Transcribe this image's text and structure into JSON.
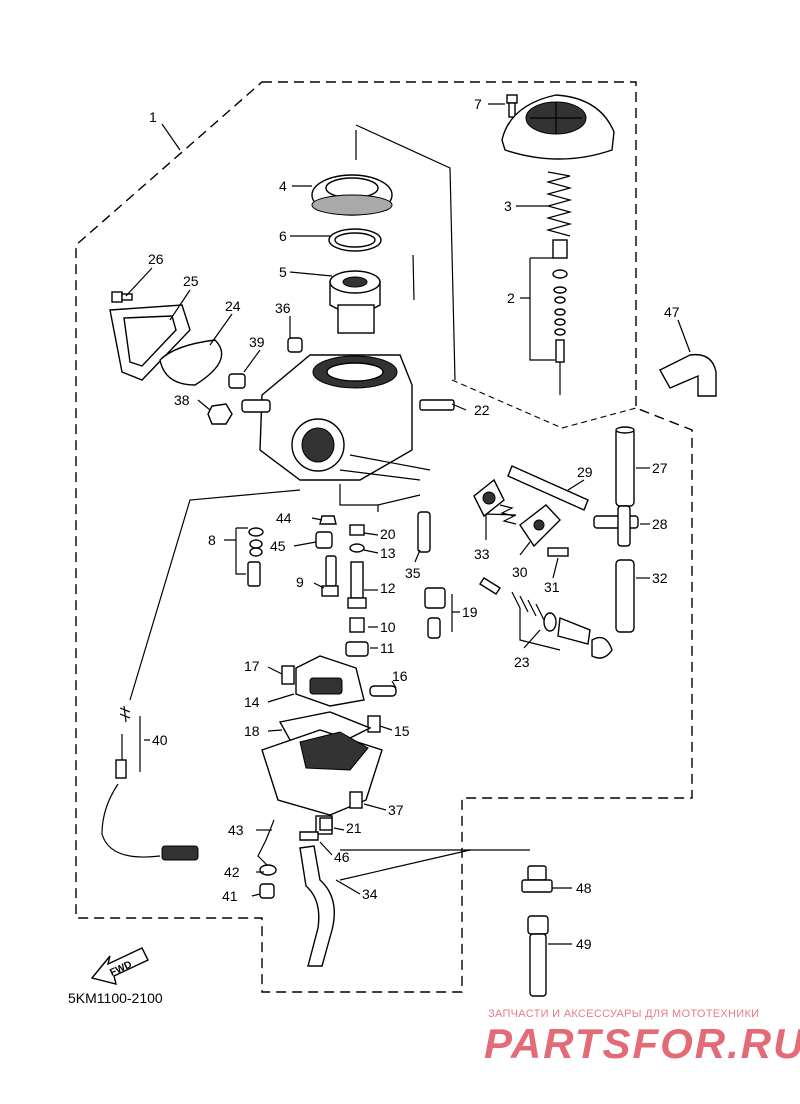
{
  "diagram": {
    "callouts": {
      "c1": "1",
      "c2": "2",
      "c3": "3",
      "c4": "4",
      "c5": "5",
      "c6": "6",
      "c7": "7",
      "c8": "8",
      "c9": "9",
      "c10": "10",
      "c11": "11",
      "c12": "12",
      "c13": "13",
      "c14": "14",
      "c15": "15",
      "c16": "16",
      "c17": "17",
      "c18": "18",
      "c19": "19",
      "c20": "20",
      "c21": "21",
      "c22": "22",
      "c23": "23",
      "c24": "24",
      "c25": "25",
      "c26": "26",
      "c27": "27",
      "c28": "28",
      "c29": "29",
      "c30": "30",
      "c31": "31",
      "c32": "32",
      "c33": "33",
      "c34": "34",
      "c35": "35",
      "c36": "36",
      "c37": "37",
      "c38": "38",
      "c39": "39",
      "c40": "40",
      "c41": "41",
      "c42": "42",
      "c43": "43",
      "c44": "44",
      "c45": "45",
      "c46": "46",
      "c47": "47",
      "c48": "48",
      "c49": "49"
    },
    "fwd_label": "FWD",
    "reference_code": "5KM1100-2100"
  },
  "watermark": {
    "tagline": "ЗАПЧАСТИ И АКСЕССУАРЫ ДЛЯ МОТОТЕХНИКИ",
    "logo": "PARTSFOR.RU"
  }
}
